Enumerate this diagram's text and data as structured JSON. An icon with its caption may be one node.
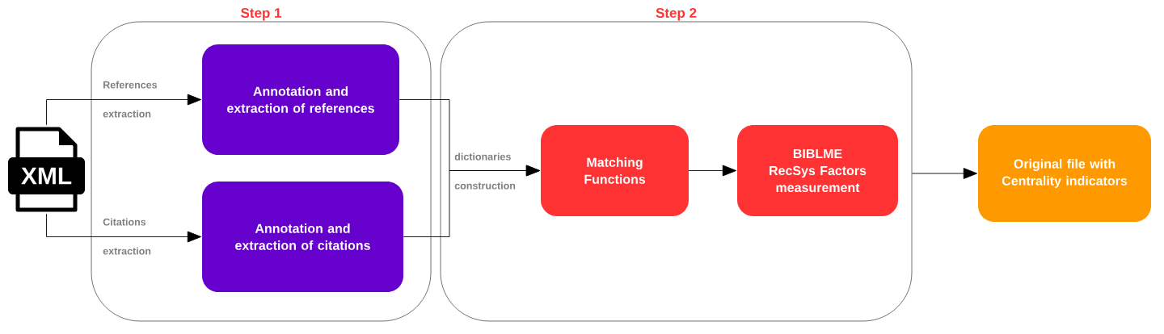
{
  "diagram": {
    "nodes": [
      {
        "text": [
          "Step 1"
        ]
      },
      {
        "text": [
          "Step 2"
        ]
      },
      {
        "text": [
          "XML"
        ]
      },
      {
        "text": [
          "Annotation and extraction of references"
        ],
        "in": 0
      },
      {
        "text": [
          "Annotation and extraction of citations"
        ],
        "in": 0
      },
      {
        "text": [
          "Matching Functions"
        ],
        "in": 1
      },
      {
        "text": [
          "BIBLME RecSys Factors measurement"
        ],
        "in": 1
      },
      {
        "text": [
          "Original file with Centrality indicators"
        ]
      }
    ],
    "edges": [
      {
        "from": 2,
        "to": 3,
        "arrow": "to",
        "label": "References extraction"
      },
      {
        "from": 2,
        "to": 4,
        "arrow": "to",
        "label": "Citations extraction"
      },
      {
        "from": 3,
        "to": 5,
        "arrow": "to",
        "label": "dictionaries construction"
      },
      {
        "from": 4,
        "to": 5,
        "arrow": "to"
      },
      {
        "from": 5,
        "to": 6,
        "arrow": "to"
      },
      {
        "from": 1,
        "to": 7,
        "arrow": "to"
      }
    ]
  }
}
